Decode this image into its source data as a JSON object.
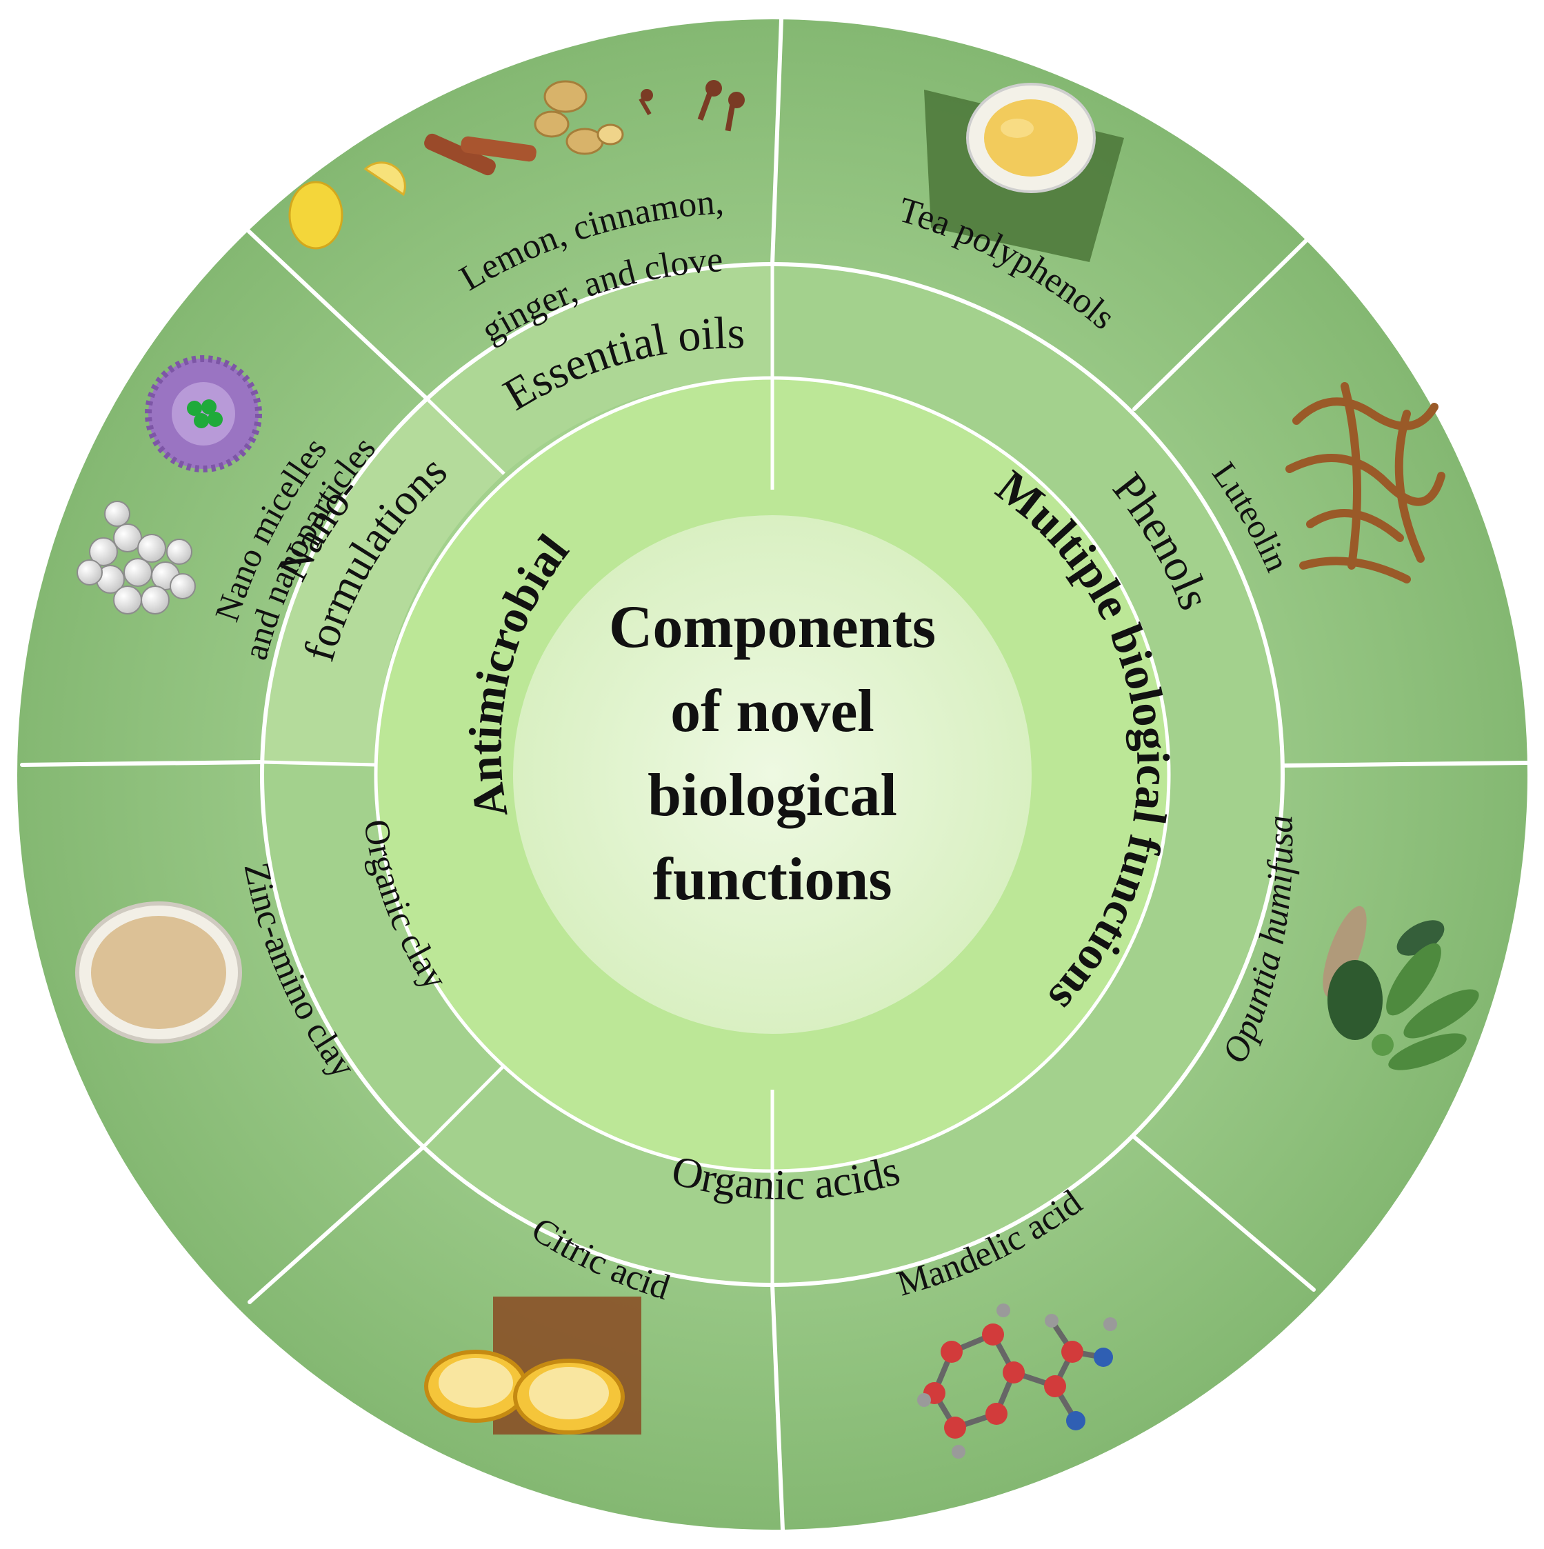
{
  "center": {
    "lines": [
      "Components",
      "of novel",
      "biological",
      "functions"
    ]
  },
  "functions": {
    "antimicrobial": "Antimicrobial",
    "multiple": "Multiple biological functions"
  },
  "categories": {
    "essential_oils": "Essential oils",
    "phenols": "Phenols",
    "nano_line1": "Nano-",
    "nano_line2": "formulations",
    "organic_clay": "Organic clay",
    "organic_acids": "Organic acids"
  },
  "examples": {
    "lemon_line1": "Lemon, cinnamon,",
    "lemon_line2": "ginger, and clove",
    "tea": "Tea polyphenols",
    "luteolin": "Luteolin",
    "opuntia": "Opuntia humifusa",
    "mandelic": "Mandelic acid",
    "citric": "Citric acid",
    "zinc": "Zinc-amino clay",
    "nano_line1": "Nano micelles",
    "nano_line2": "and nanoparticles"
  },
  "colors": {
    "outer_ring": "#8cc07c",
    "middle_ring": "#a8d58e",
    "inner_ring": "#bfe99a",
    "center": "#e3f5cf",
    "divider": "#ffffff"
  }
}
